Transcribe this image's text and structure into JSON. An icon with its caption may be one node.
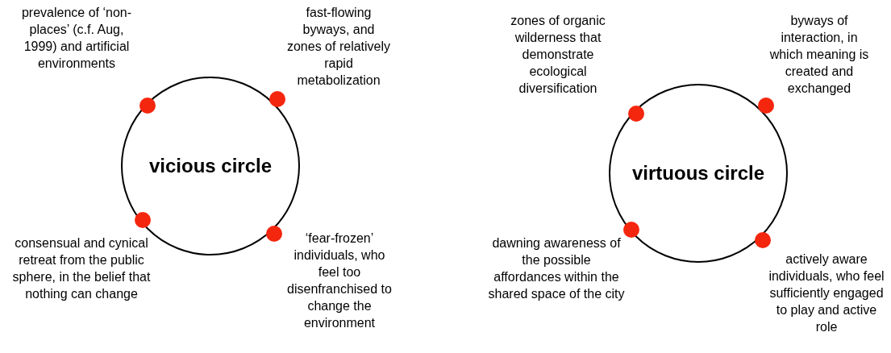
{
  "diagram": {
    "nodes": [
      {
        "text": [
          "vicious circle"
        ]
      },
      {
        "text": [
          "virtuous circle"
        ]
      }
    ],
    "labels": [
      "prevalence of ‘non-places’ (c.f. Aug, 1999) and artificial environments",
      "fast-flowing byways, and zones of relatively rapid metabolization",
      "consensual and cynical retreat from the public sphere, in the belief that nothing can change",
      "‘fear-frozen’ individuals, who feel too disenfranchised to change the environment",
      "zones of organic wilderness that demonstrate ecological diversification",
      "byways of interaction, in which meaning is created and exchanged",
      "dawning awareness of the possible affordances within the shared space of the city",
      "actively aware individuals, who feel sufficiently engaged to play and active role"
    ]
  }
}
